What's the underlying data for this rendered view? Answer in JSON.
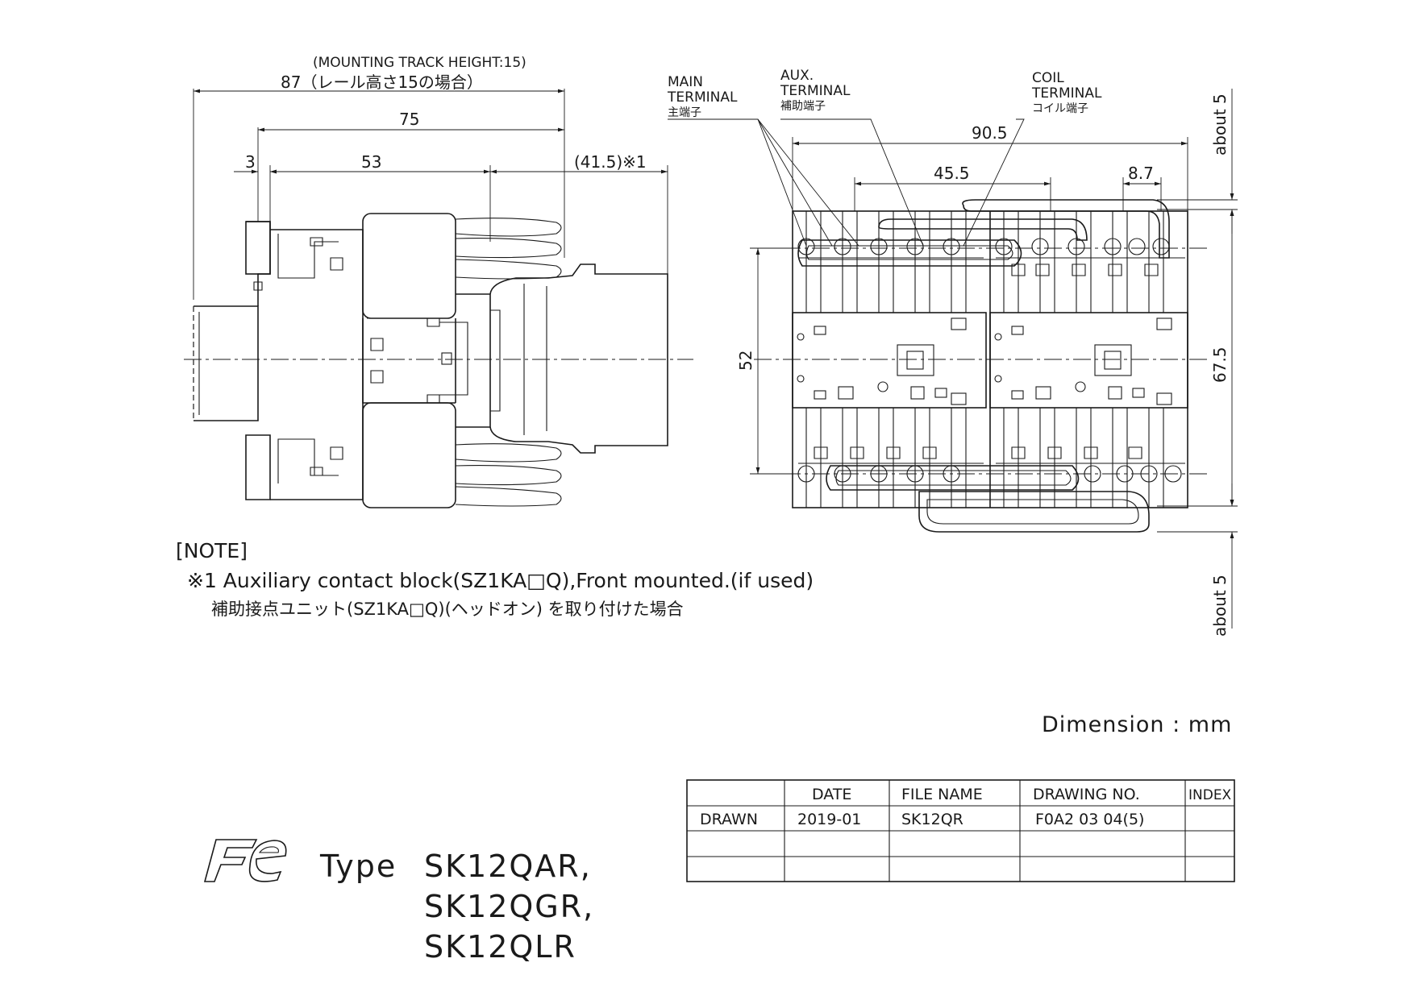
{
  "side_view": {
    "dim_track_height_en": "(MOUNTING TRACK HEIGHT:15)",
    "dim_87": "87（レール高さ15の場合）",
    "dim_75": "75",
    "dim_3": "3",
    "dim_53": "53",
    "dim_41_5": "(41.5)※1"
  },
  "front_view": {
    "main_terminal_en1": "MAIN",
    "main_terminal_en2": "TERMINAL",
    "main_terminal_jp": "主端子",
    "aux_terminal_en1": "AUX.",
    "aux_terminal_en2": "TERMINAL",
    "aux_terminal_jp": "補助端子",
    "coil_terminal_en1": "COIL",
    "coil_terminal_en2": "TERMINAL",
    "coil_terminal_jp": "コイル端子",
    "dim_90_5": "90.5",
    "dim_45_5": "45.5",
    "dim_8_7": "8.7",
    "dim_52": "52",
    "dim_67_5": "67.5",
    "dim_about5_top": "about 5",
    "dim_about5_bottom": "about 5"
  },
  "note": {
    "heading": "[NOTE]",
    "line1": "※1  Auxiliary contact block(SZ1KA□Q),Front mounted.(if used)",
    "line2_jp": "補助接点ユニット(SZ1KA□Q)(ヘッドオン) を取り付けた場合"
  },
  "unit_label": "Dimension : mm",
  "title_block": {
    "headers": [
      "",
      "DATE",
      "FILE NAME",
      "DRAWING NO.",
      "INDEX"
    ],
    "row": [
      "DRAWN",
      "2019-01",
      "SK12QR",
      "F0A2 03 04(5)",
      ""
    ]
  },
  "logo_text": "Fe",
  "type_label": "Type",
  "type_models": [
    "SK12QAR,",
    "SK12QGR,",
    "SK12QLR"
  ]
}
